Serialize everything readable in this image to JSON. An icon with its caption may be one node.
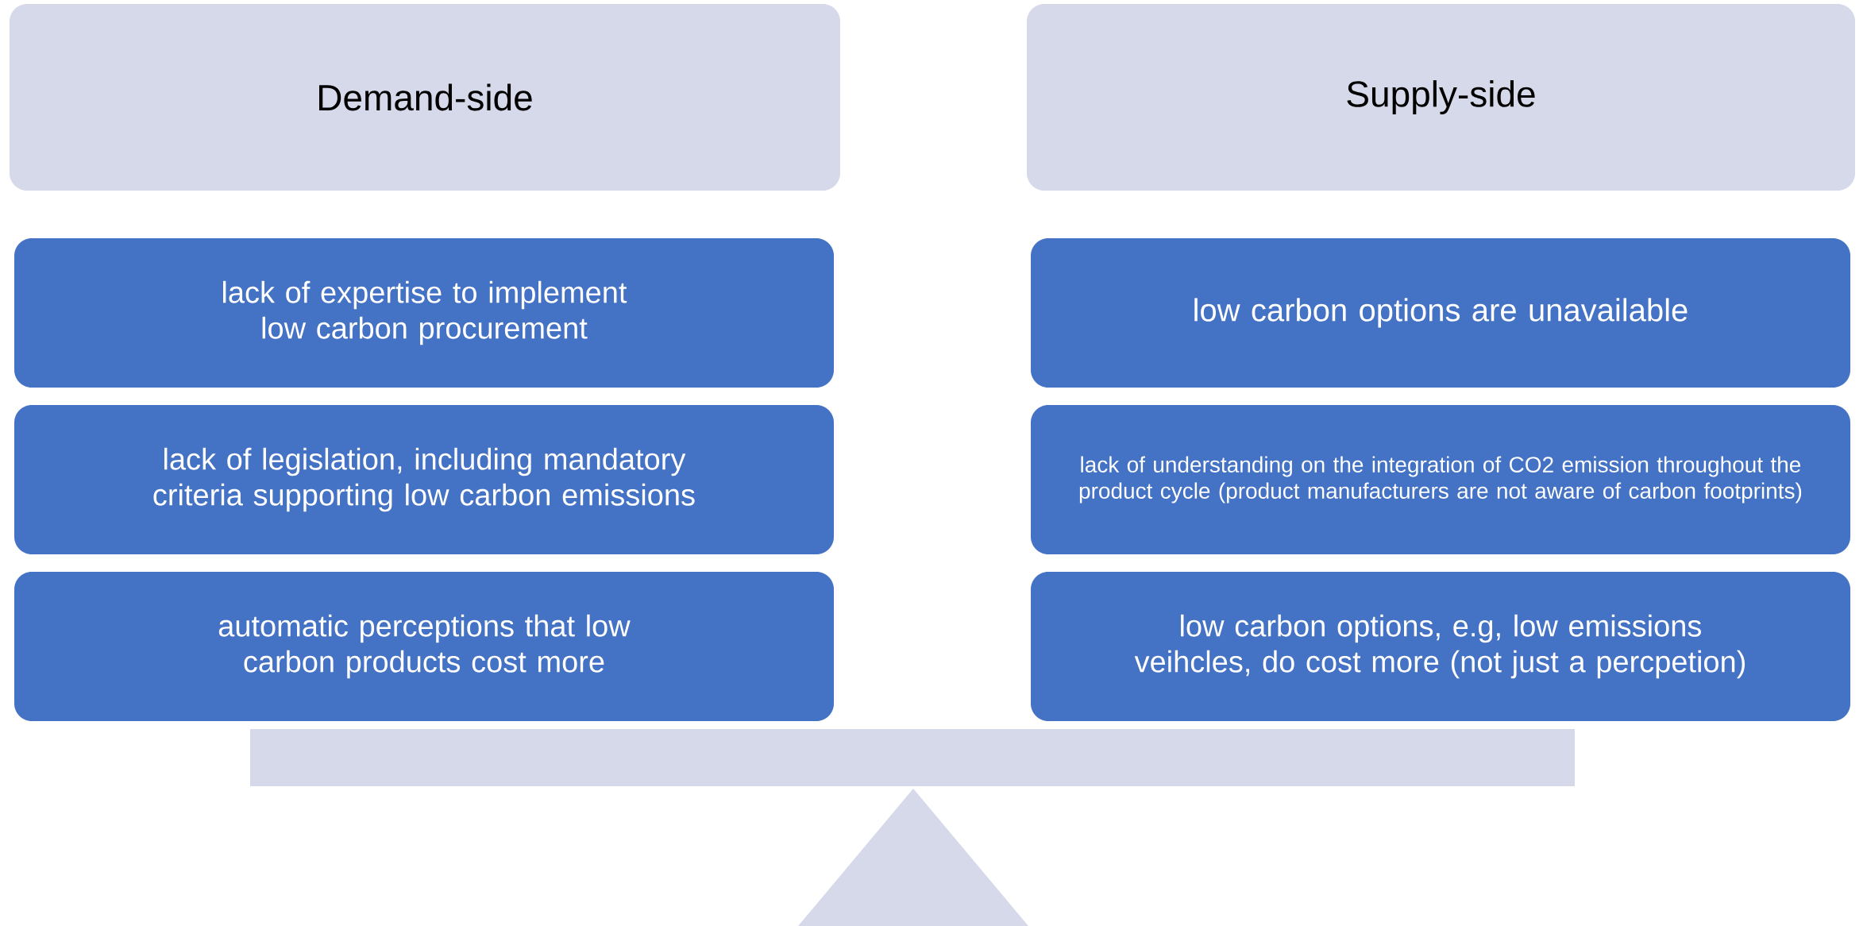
{
  "diagram": {
    "nodes": [
      {
        "text": [
          "Demand-side"
        ]
      },
      {
        "text": [
          "Supply-side"
        ]
      },
      {
        "text": [
          "lack of expertise to implement low carbon procurement"
        ]
      },
      {
        "text": [
          "low carbon options are unavailable"
        ]
      },
      {
        "text": [
          "lack of legislation, including mandatory criteria supporting low carbon emissions"
        ]
      },
      {
        "text": [
          "lack of understanding on the integration of CO2 emission throughout the product cycle (product manufacturers are not aware of carbon footprints)"
        ]
      },
      {
        "text": [
          "automatic perceptions that low carbon products cost more"
        ]
      },
      {
        "text": [
          "low carbon options, e.g, low emissions veihcles, do cost more (not just a percpetion)"
        ]
      }
    ]
  }
}
